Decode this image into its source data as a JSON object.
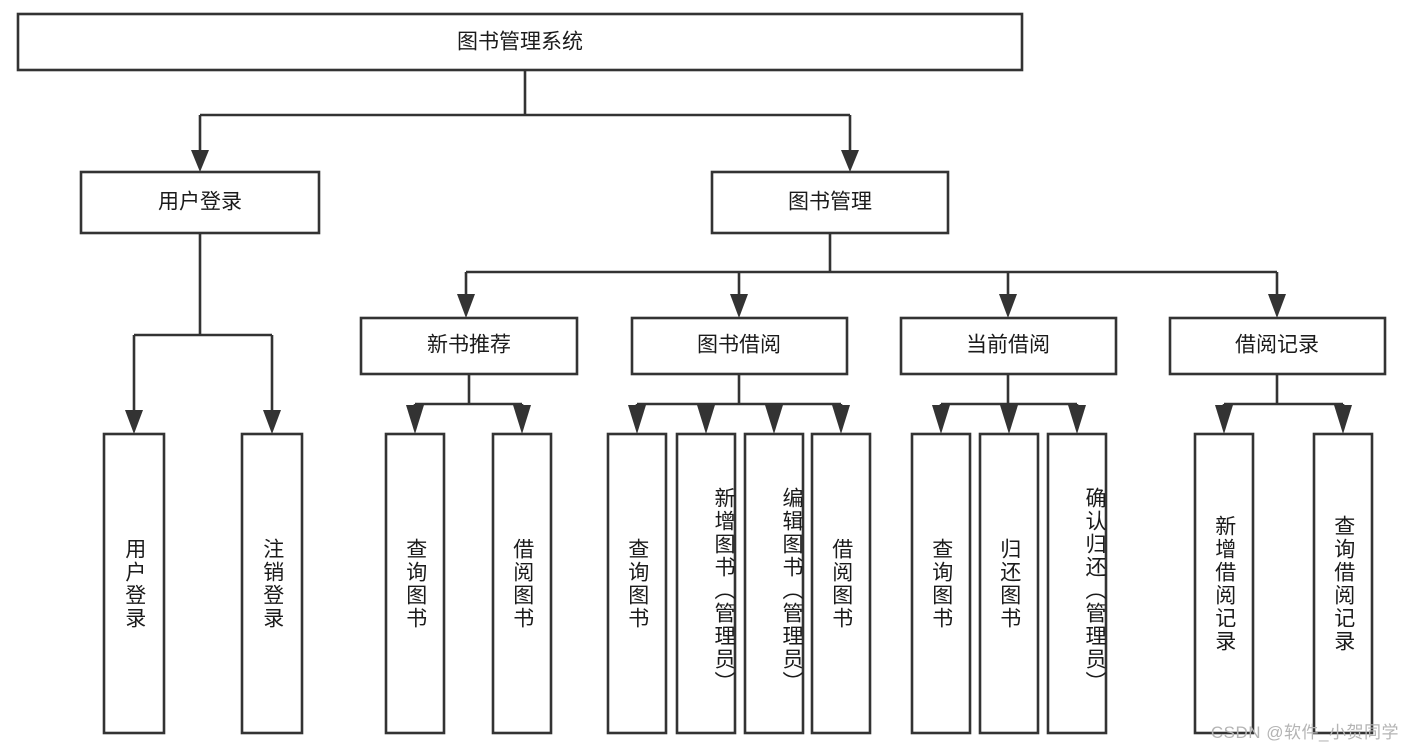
{
  "diagram": {
    "title": "图书管理系统",
    "type": "hierarchy-tree",
    "levels": 4,
    "root": {
      "id": "root",
      "label": "图书管理系统",
      "orientation": "horizontal"
    },
    "level2": [
      {
        "id": "user-login",
        "label": "用户登录",
        "orientation": "horizontal"
      },
      {
        "id": "book-management",
        "label": "图书管理",
        "orientation": "horizontal"
      }
    ],
    "level3": [
      {
        "id": "new-book-recommend",
        "label": "新书推荐",
        "orientation": "horizontal",
        "parent": "book-management"
      },
      {
        "id": "book-borrow",
        "label": "图书借阅",
        "orientation": "horizontal",
        "parent": "book-management"
      },
      {
        "id": "current-borrow",
        "label": "当前借阅",
        "orientation": "horizontal",
        "parent": "book-management"
      },
      {
        "id": "borrow-record",
        "label": "借阅记录",
        "orientation": "horizontal",
        "parent": "book-management"
      }
    ],
    "leaves": [
      {
        "id": "leaf-user-login",
        "label": "用户登录",
        "parent": "user-login",
        "orientation": "vertical"
      },
      {
        "id": "leaf-logout-login",
        "label": "注销登录",
        "parent": "user-login",
        "orientation": "vertical"
      },
      {
        "id": "leaf-query-book-1",
        "label": "查询图书",
        "parent": "new-book-recommend",
        "orientation": "vertical"
      },
      {
        "id": "leaf-borrow-book-1",
        "label": "借阅图书",
        "parent": "new-book-recommend",
        "orientation": "vertical"
      },
      {
        "id": "leaf-query-book-2",
        "label": "查询图书",
        "parent": "book-borrow",
        "orientation": "vertical"
      },
      {
        "id": "leaf-add-book",
        "label": "新增图书（管理员）",
        "parent": "book-borrow",
        "orientation": "vertical"
      },
      {
        "id": "leaf-edit-book",
        "label": "编辑图书（管理员）",
        "parent": "book-borrow",
        "orientation": "vertical"
      },
      {
        "id": "leaf-borrow-book-2",
        "label": "借阅图书",
        "parent": "book-borrow",
        "orientation": "vertical"
      },
      {
        "id": "leaf-query-book-3",
        "label": "查询图书",
        "parent": "current-borrow",
        "orientation": "vertical"
      },
      {
        "id": "leaf-return-book",
        "label": "归还图书",
        "parent": "current-borrow",
        "orientation": "vertical"
      },
      {
        "id": "leaf-confirm-return",
        "label": "确认归还（管理员）",
        "parent": "current-borrow",
        "orientation": "vertical"
      },
      {
        "id": "leaf-add-record",
        "label": "新增借阅记录",
        "parent": "borrow-record",
        "orientation": "vertical"
      },
      {
        "id": "leaf-query-record",
        "label": "查询借阅记录",
        "parent": "borrow-record",
        "orientation": "vertical"
      }
    ],
    "watermark": "CSDN @软件_小贺同学",
    "colors": {
      "box_stroke": "#333333",
      "box_fill": "#ffffff",
      "connector": "#333333",
      "text": "#1b1b1b",
      "watermark": "#b4b4b4",
      "background": "#ffffff"
    }
  }
}
